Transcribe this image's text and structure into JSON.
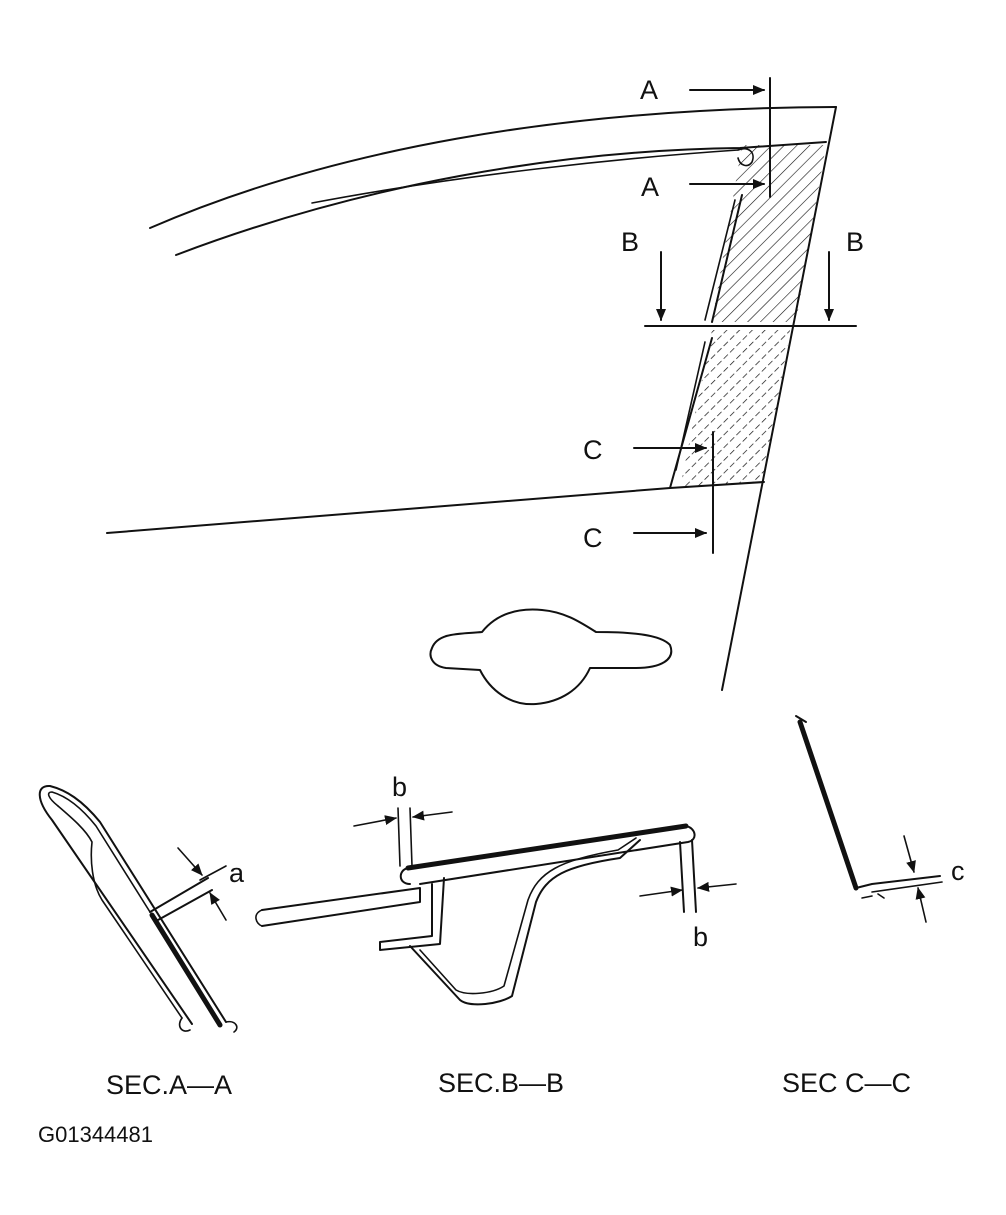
{
  "section_marks": {
    "a_upper": "A",
    "a_lower": "A",
    "b_left": "B",
    "b_right": "B",
    "c_upper": "C",
    "c_lower": "C"
  },
  "dimensions": {
    "a": "a",
    "b_left": "b",
    "b_right": "b",
    "c": "c"
  },
  "captions": {
    "sec_a": "SEC.A—A",
    "sec_b": "SEC.B—B",
    "sec_c": "SEC C—C"
  },
  "figure_code": "G01344481"
}
